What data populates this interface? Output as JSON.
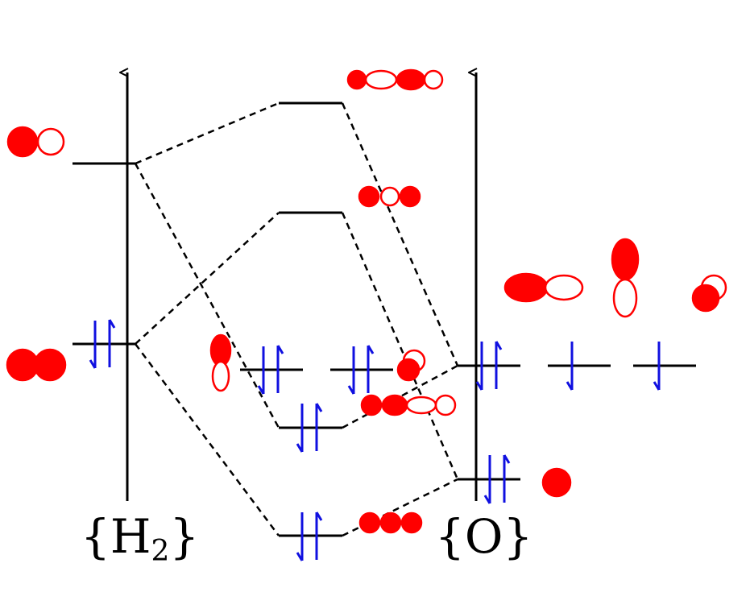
{
  "colors": {
    "line": "#000000",
    "electron": "#1010e0",
    "orbital": "#ff0000",
    "background": "#ffffff"
  },
  "labels": {
    "left_brace_open": "{",
    "left_element": "H",
    "left_subscript": "2",
    "left_brace_close": "}",
    "right_brace_open": "{",
    "right_element": "O",
    "right_brace_close": "}"
  },
  "h2_levels": [
    {
      "id": "h2-antibonding",
      "electrons": 0,
      "orbital_icon": "h2-sigma-star-orbital-icon"
    },
    {
      "id": "h2-bonding",
      "electrons": 2,
      "orbital_icon": "h2-sigma-orbital-icon"
    }
  ],
  "mo_levels": [
    {
      "id": "mo-4a1-antibonding",
      "electrons": 0,
      "orbital_icon": "antibonding-4a1-orbital-icon"
    },
    {
      "id": "mo-2b2-antibonding",
      "electrons": 0,
      "orbital_icon": "antibonding-2b2-orbital-icon"
    },
    {
      "id": "mo-1b1-nonbonding",
      "electrons": 2,
      "orbital_icon": "nonbonding-1b1-orbital-icon"
    },
    {
      "id": "mo-3a1-nonbonding",
      "electrons": 2,
      "orbital_icon": "nonbonding-3a1-orbital-icon"
    },
    {
      "id": "mo-1b2-bonding",
      "electrons": 2,
      "orbital_icon": "bonding-1b2-orbital-icon"
    },
    {
      "id": "mo-2a1-bonding",
      "electrons": 2,
      "orbital_icon": "bonding-2a1-orbital-icon"
    }
  ],
  "o_levels": [
    {
      "id": "o-2p-x",
      "electrons": 2,
      "orbital_icon": "oxygen-2p-orbital-icon"
    },
    {
      "id": "o-2p-y",
      "electrons": 1,
      "orbital_icon": "oxygen-2p-orbital-icon"
    },
    {
      "id": "o-2p-z",
      "electrons": 1,
      "orbital_icon": "oxygen-2p-orbital-icon"
    },
    {
      "id": "o-2s",
      "electrons": 2,
      "orbital_icon": "oxygen-2s-orbital-icon"
    }
  ]
}
